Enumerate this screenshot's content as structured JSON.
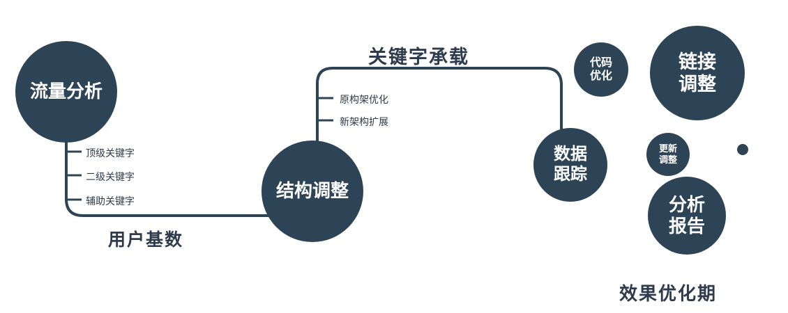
{
  "diagram": {
    "colors": {
      "primary": "#2d4356",
      "label_text": "#2d3b4d"
    },
    "nodes": {
      "traffic_analysis": {
        "label": "流量分析"
      },
      "structure_adjust": {
        "label": "结构调整"
      },
      "data_tracking": {
        "line1": "数据",
        "line2": "跟踪"
      },
      "code_optimization": {
        "line1": "代码",
        "line2": "优化"
      },
      "link_adjustment": {
        "line1": "链接",
        "line2": "调整"
      },
      "update_adjustment": {
        "line1": "更新",
        "line2": "调整"
      },
      "analysis_report": {
        "line1": "分析",
        "line2": "报告"
      }
    },
    "edge_labels": {
      "user_base": "用户基数",
      "keyword_carry": "关键字承载"
    },
    "left_ticks": [
      "顶级关键字",
      "二级关键字",
      "辅助关键字"
    ],
    "mid_ticks": [
      "原构架优化",
      "新架构扩展"
    ],
    "caption": "效果优化期"
  }
}
